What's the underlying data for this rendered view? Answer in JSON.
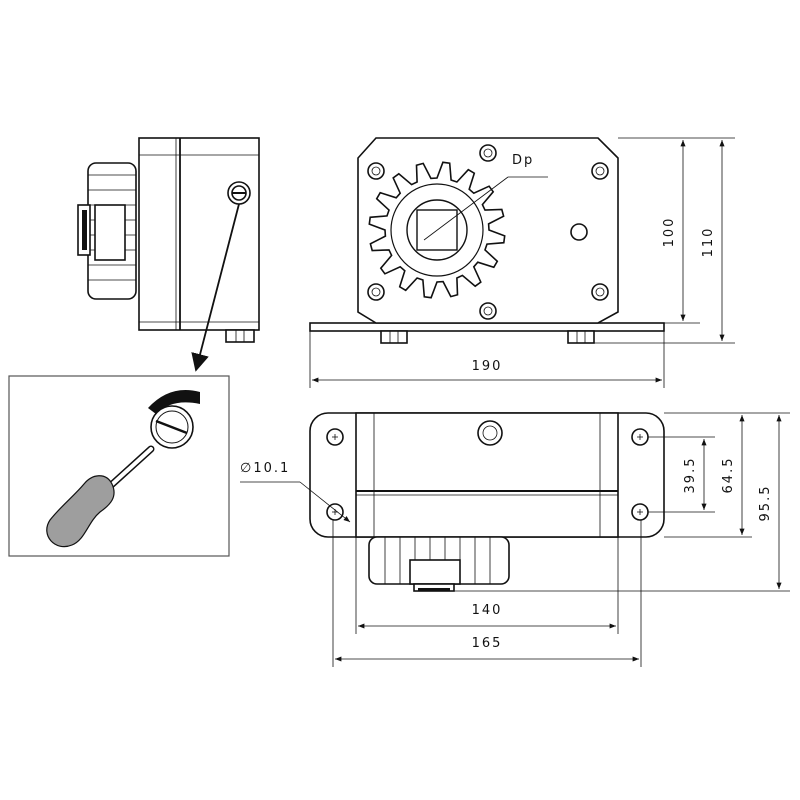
{
  "dimensions": {
    "height_inner": "100",
    "height_outer": "110",
    "width_base": "190",
    "hole_diameter": "∅10.1",
    "hole_spacing_inner": "39.5",
    "hole_spacing_outer": "64.5",
    "depth_total": "95.5",
    "length_body": "140",
    "length_base": "165"
  },
  "labels": {
    "pitch_diameter": "Dp"
  },
  "colors": {
    "line": "#111111",
    "handle": "#9e9e9e",
    "inset_border": "#555555"
  }
}
